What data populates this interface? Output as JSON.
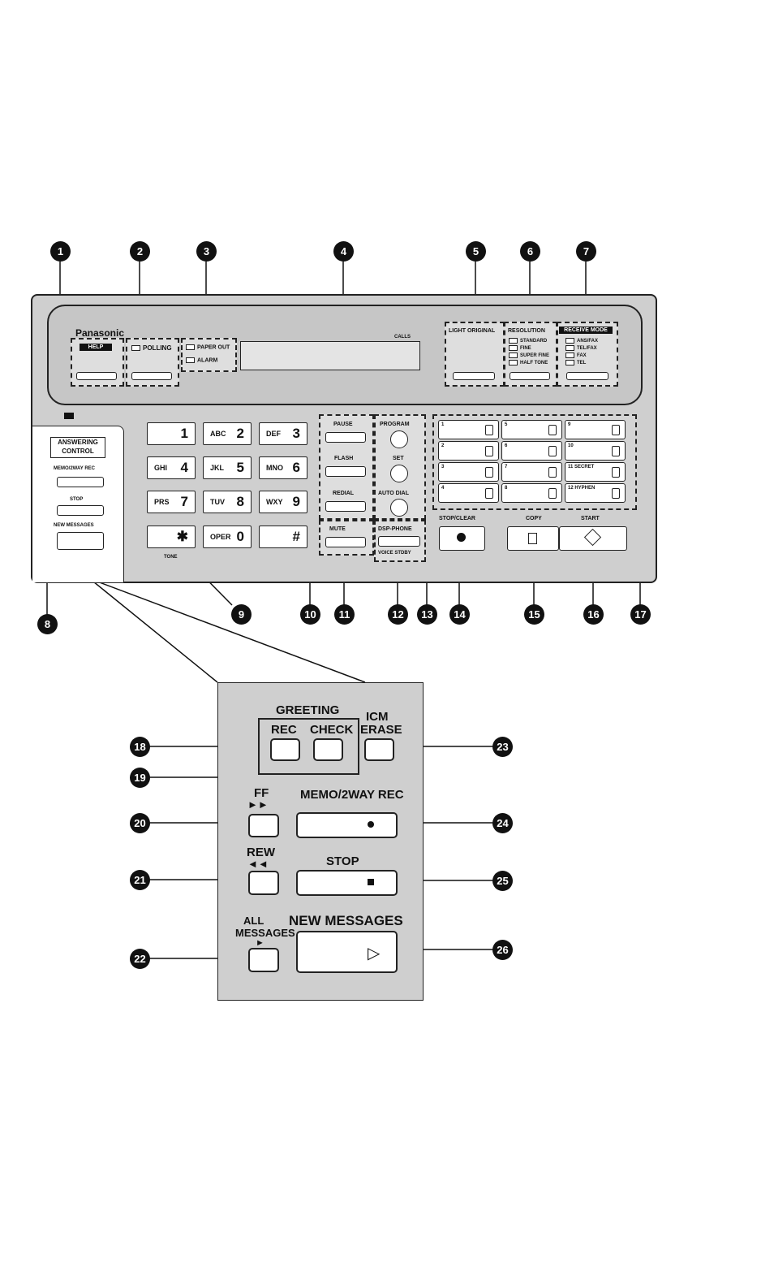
{
  "callouts": {
    "n1": "1",
    "n2": "2",
    "n3": "3",
    "n4": "4",
    "n5": "5",
    "n6": "6",
    "n7": "7",
    "n8": "8",
    "n9": "9",
    "n10": "10",
    "n11": "11",
    "n12": "12",
    "n13": "13",
    "n14": "14",
    "n15": "15",
    "n16": "16",
    "n17": "17",
    "n18": "18",
    "n19": "19",
    "n20": "20",
    "n21": "21",
    "n22": "22",
    "n23": "23",
    "n24": "24",
    "n25": "25",
    "n26": "26"
  },
  "panel": {
    "brand": "Panasonic",
    "help": "HELP",
    "polling": "POLLING",
    "paper_out": "PAPER OUT",
    "alarm": "ALARM",
    "calls": "CALLS",
    "light_original": "LIGHT ORIGINAL",
    "resolution": "RESOLUTION",
    "res_opts": [
      "STANDARD",
      "FINE",
      "SUPER FINE",
      "HALF TONE"
    ],
    "receive_mode": "RECEIVE MODE",
    "recv_opts": [
      "ANS/FAX",
      "TEL/FAX",
      "FAX",
      "TEL"
    ],
    "answering_control": "ANSWERING CONTROL",
    "memo_rec_small": "MEMO/2WAY REC",
    "stop_small": "STOP",
    "new_messages_small": "NEW MESSAGES",
    "keys": [
      {
        "l": "",
        "d": "1"
      },
      {
        "l": "ABC",
        "d": "2"
      },
      {
        "l": "DEF",
        "d": "3"
      },
      {
        "l": "GHI",
        "d": "4"
      },
      {
        "l": "JKL",
        "d": "5"
      },
      {
        "l": "MNO",
        "d": "6"
      },
      {
        "l": "PRS",
        "d": "7"
      },
      {
        "l": "TUV",
        "d": "8"
      },
      {
        "l": "WXY",
        "d": "9"
      },
      {
        "l": "",
        "d": "✱"
      },
      {
        "l": "OPER",
        "d": "0"
      },
      {
        "l": "",
        "d": "#"
      }
    ],
    "tone": "TONE",
    "pause": "PAUSE",
    "flash": "FLASH",
    "redial": "REDIAL",
    "mute": "MUTE",
    "program": "PROGRAM",
    "set": "SET",
    "auto_dial": "AUTO DIAL",
    "dsp_phone": "DSP-PHONE",
    "voice_stdby": "VOICE STDBY",
    "one_touch": [
      "1",
      "5",
      "9",
      "2",
      "6",
      "10",
      "3",
      "7",
      "11 SECRET",
      "4",
      "8",
      "12 HYPHEN"
    ],
    "stop_clear": "STOP/CLEAR",
    "copy": "COPY",
    "start": "START"
  },
  "detail": {
    "greeting": "GREETING",
    "rec": "REC",
    "check": "CHECK",
    "icm_erase_1": "ICM",
    "icm_erase_2": "ERASE",
    "ff": "FF",
    "memo_2way_rec": "MEMO/2WAY REC",
    "rew": "REW",
    "stop": "STOP",
    "all_messages_1": "ALL",
    "all_messages_2": "MESSAGES",
    "new_messages": "NEW MESSAGES"
  }
}
